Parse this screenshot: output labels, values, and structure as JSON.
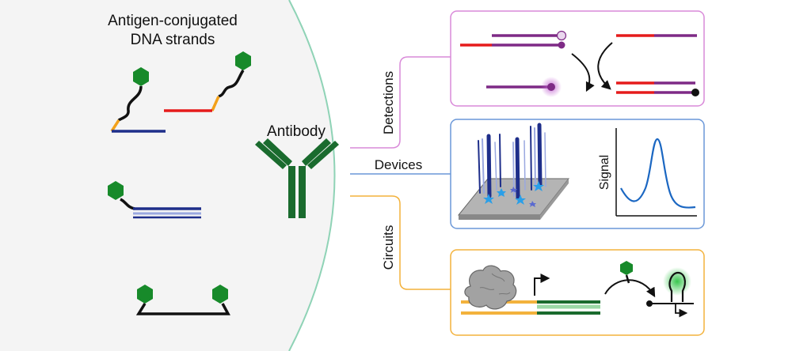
{
  "left_panel": {
    "title_line1": "Antigen-conjugated",
    "title_line2": "DNA strands"
  },
  "center": {
    "antibody_label": "Antibody",
    "antibody_color": "#1a6b2e"
  },
  "branches": {
    "detections_label": "Detections",
    "devices_label": "Devices",
    "circuits_label": "Circuits"
  },
  "devices_panel": {
    "signal_label": "Signal"
  },
  "colors": {
    "curve": "#8fd3b6",
    "detections": "#d98ad9",
    "devices": "#6a97d8",
    "circuits": "#f3b23c",
    "red_strand": "#e51b1b",
    "purple_strand": "#7e2a86",
    "navy_strand": "#1e2e8a",
    "orange_strand": "#f3a11a",
    "green_strand": "#1a6b2e",
    "hexagon": "#178a2a"
  }
}
